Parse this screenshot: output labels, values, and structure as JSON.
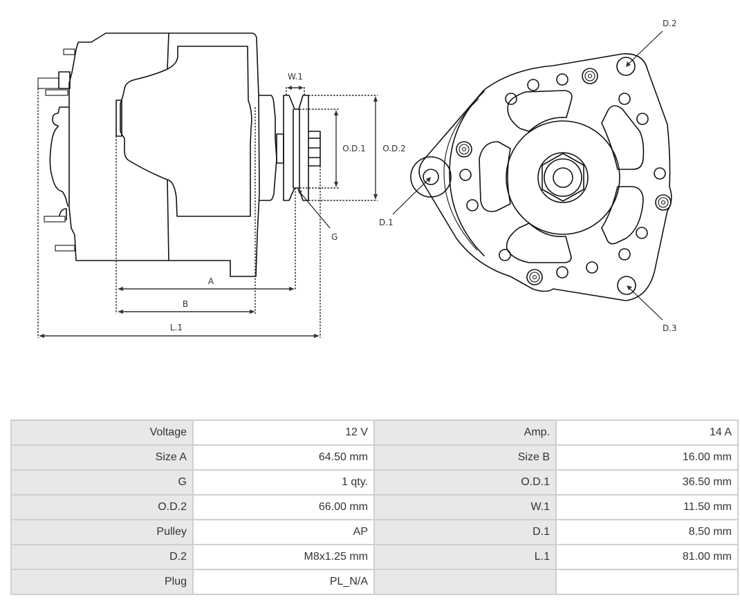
{
  "drawing": {
    "side_view_labels": {
      "w1": "W.1",
      "od1": "O.D.1",
      "od2": "O.D.2",
      "g": "G",
      "a": "A",
      "b": "B",
      "l1": "L.1"
    },
    "front_view_labels": {
      "d1": "D.1",
      "d2": "D.2",
      "d3": "D.3"
    }
  },
  "specs": {
    "rows": [
      [
        {
          "label": "Voltage",
          "value": "12 V"
        },
        {
          "label": "Amp.",
          "value": "14 A"
        }
      ],
      [
        {
          "label": "Size A",
          "value": "64.50 mm"
        },
        {
          "label": "Size B",
          "value": "16.00 mm"
        }
      ],
      [
        {
          "label": "G",
          "value": "1 qty."
        },
        {
          "label": "O.D.1",
          "value": "36.50 mm"
        }
      ],
      [
        {
          "label": "O.D.2",
          "value": "66.00 mm"
        },
        {
          "label": "W.1",
          "value": "11.50 mm"
        }
      ],
      [
        {
          "label": "Pulley",
          "value": "AP"
        },
        {
          "label": "D.1",
          "value": "8.50 mm"
        }
      ],
      [
        {
          "label": "D.2",
          "value": "M8x1.25 mm"
        },
        {
          "label": "L.1",
          "value": "81.00 mm"
        }
      ],
      [
        {
          "label": "Plug",
          "value": "PL_N/A"
        },
        {
          "label": "",
          "value": ""
        }
      ]
    ]
  }
}
